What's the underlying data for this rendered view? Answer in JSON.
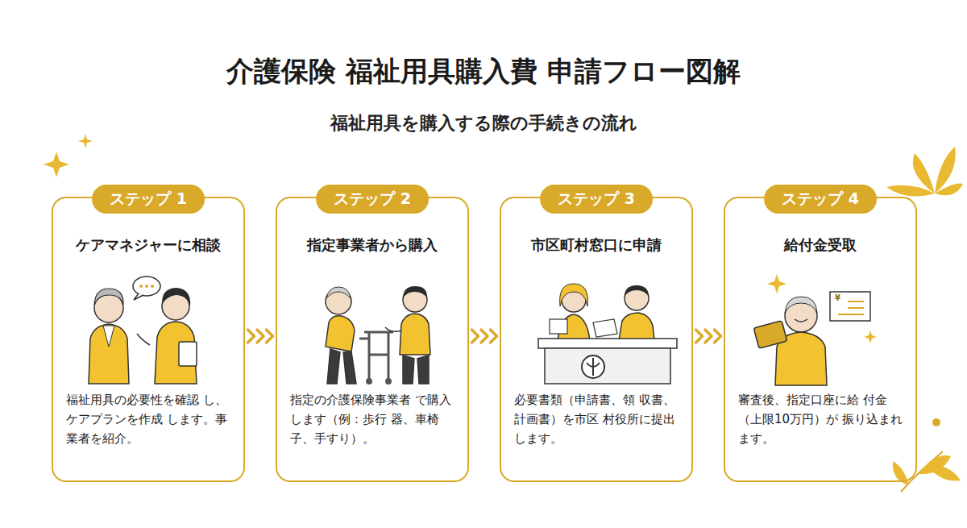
{
  "diagram": {
    "title": "介護保険 福祉用具購入費 申請フロー図解",
    "caption": "福祉用具を購入する際の手続きの流れ",
    "nodes": [
      {
        "text": [
          "ステップ 1",
          "ケアマネジャーに相談",
          "福祉用具の必要性を確認 し、ケアプランを作成 します。事業者を紹介。"
        ]
      },
      {
        "text": [
          "ステップ 2",
          "指定事業者から購入",
          "指定の介護保険事業者 で購入します（例：歩行 器、車椅子、手すり）。"
        ]
      },
      {
        "text": [
          "ステップ 3",
          "市区町村窓口に申請",
          "必要書類（申請書、領 収書、計画書）を市区 村役所に提出します。"
        ]
      },
      {
        "text": [
          "ステップ 4",
          "給付金受取",
          "審査後、指定口座に給 付金（上限10万円）が 振り込まれます。"
        ]
      }
    ],
    "edges": [
      {
        "from": 0,
        "to": 1,
        "arrow": "to"
      },
      {
        "from": 1,
        "to": 2,
        "arrow": "to"
      },
      {
        "from": 2,
        "to": 3,
        "arrow": "to"
      }
    ],
    "labels": [
      "¥"
    ]
  }
}
